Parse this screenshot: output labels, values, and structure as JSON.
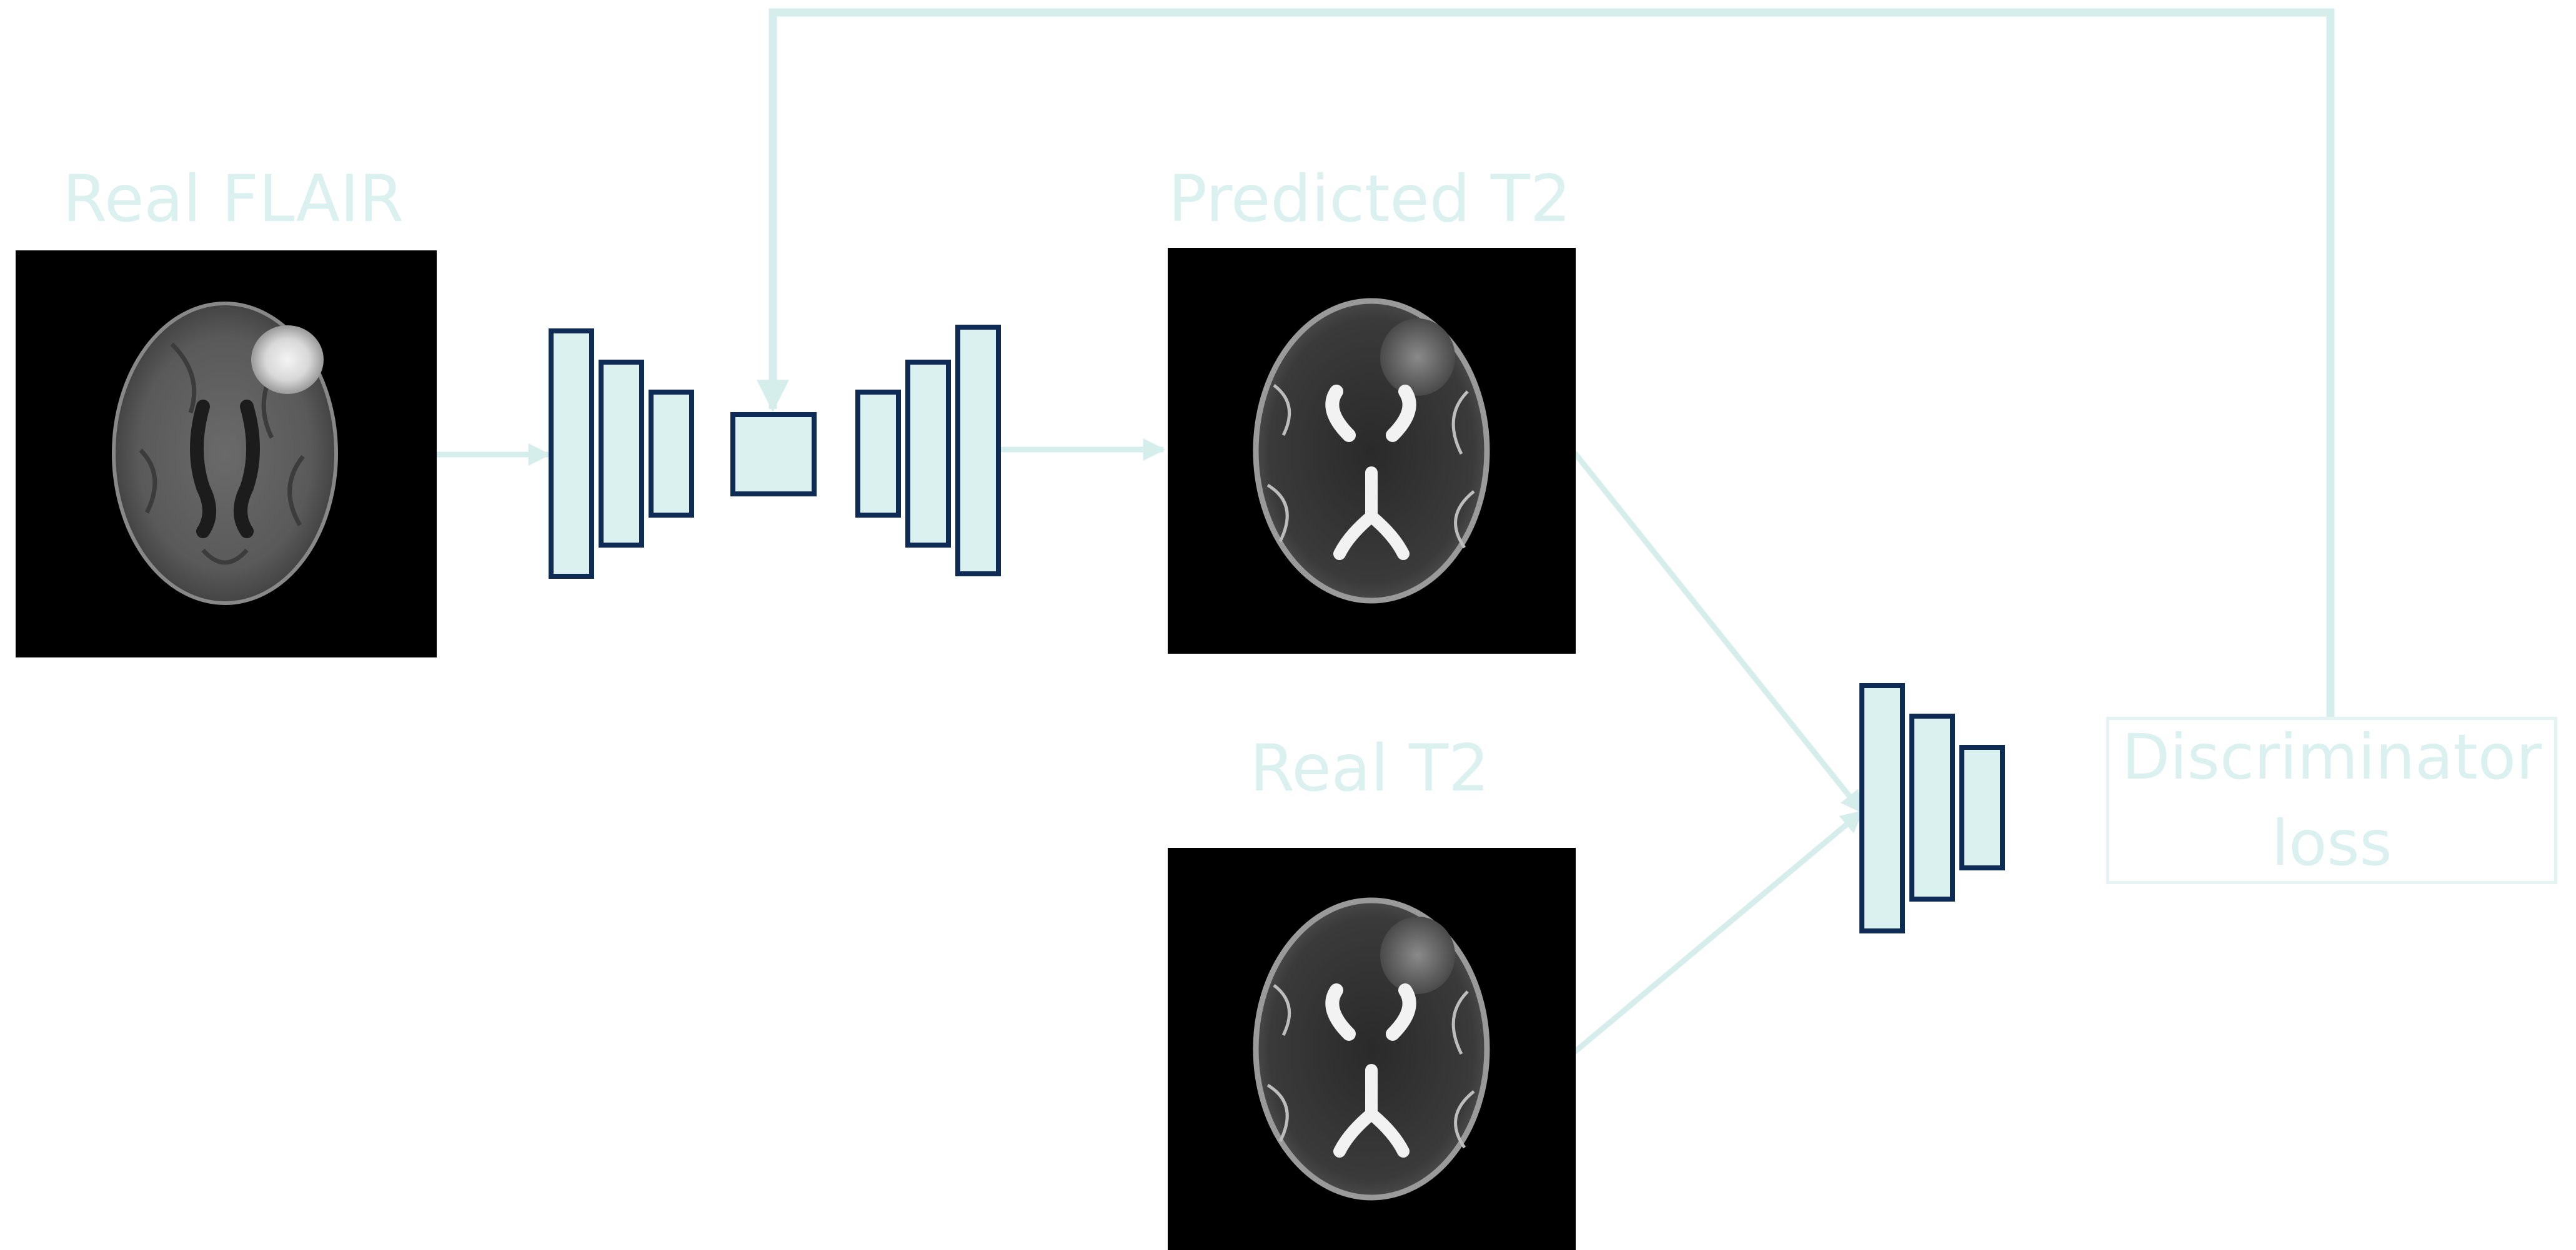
{
  "labels": {
    "real_flair": "Real FLAIR",
    "predicted_t2": "Predicted T2",
    "real_t2": "Real T2"
  },
  "loss_box": {
    "line1": "Discriminator",
    "line2": "loss"
  },
  "colors": {
    "block_fill": "#dbf1ef",
    "block_stroke": "#0d2b55",
    "arrow": "#d6eeeb",
    "label_text": "#dbf1ef",
    "image_bg": "#000000"
  },
  "icons": {
    "generator": "encoder-decoder-blocks",
    "discriminator": "encoder-blocks"
  }
}
